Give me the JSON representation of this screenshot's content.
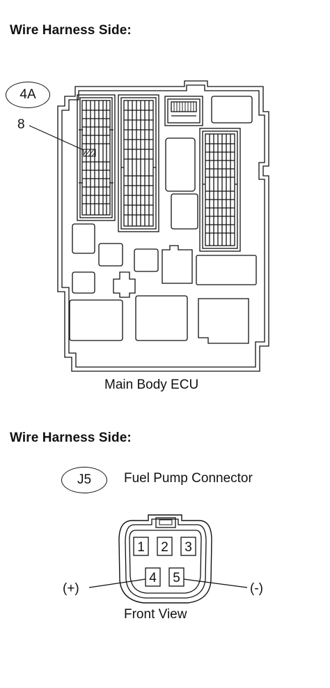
{
  "headings": {
    "top": "Wire Harness Side:",
    "bottom": "Wire Harness Side:"
  },
  "ecu": {
    "connector_code": "4A",
    "pin_callout": "8",
    "caption": "Main Body ECU"
  },
  "fuel_pump": {
    "connector_code": "J5",
    "name": "Fuel Pump Connector",
    "pins": [
      "1",
      "2",
      "3",
      "4",
      "5"
    ],
    "positive_label": "(+)",
    "negative_label": "(-)",
    "caption": "Front View"
  }
}
